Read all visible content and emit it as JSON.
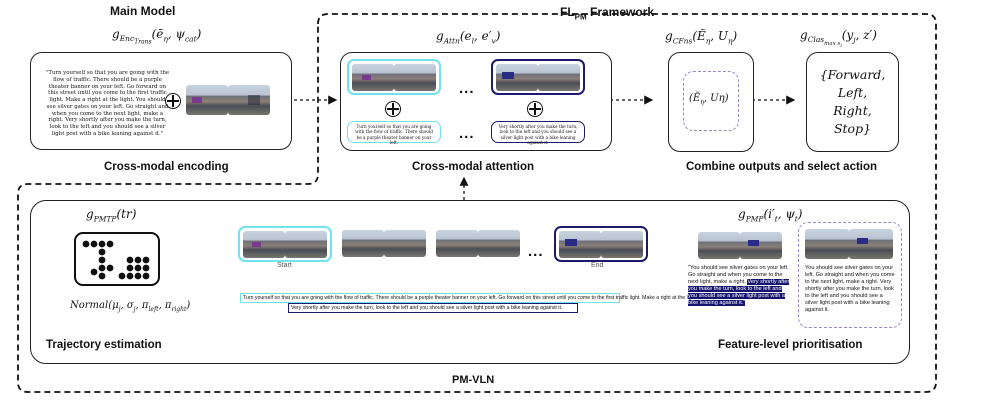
{
  "framework_title": "FL",
  "framework_sub": "PM",
  "framework_suffix": " Framework",
  "main_model_label": "Main Model",
  "pmvln_label": "PM-VLN",
  "modules": {
    "enc_trans": {
      "fn": "g",
      "sub": "Enc_Trans",
      "args": "(ē_η, ψ_cat)",
      "caption": "Cross-modal encoding",
      "instruction": "\"Turn yourself so that you are going with the flow of traffic. There should be a purple theater banner on your left. Go forward on this street until you come to the first traffic light. Make a right at the light. You should see silver gates on your left. Go straight and when you come to the next light, make a right. Very shortly after you make the turn, look to the left and you should see a silver light post with a bike leaning against it.\""
    },
    "attn": {
      "fn": "g",
      "sub": "Attn",
      "args": "(e_l, e′_v)",
      "caption": "Cross-modal attention",
      "text_left": "Turn yourself so that you are going with the flow of traffic. There should be a purple theater banner on your left.",
      "text_right": "Very shortly after you make the turn, look to the left and you should see a silver light post with a bike leaning against it.",
      "ellipsis": "..."
    },
    "cfns": {
      "fn": "g",
      "sub": "CFns",
      "args": "(Ẽ_η, U_η)",
      "inner": "(Ẽ_η, Uη)",
      "caption": "Combine outputs and select action"
    },
    "clas": {
      "fn": "g",
      "sub": "Clas_max_s",
      "args": "(y_j, z′)",
      "actions": [
        "{Forward,",
        "Left,",
        "Right,",
        "Stop}"
      ]
    },
    "pmtp": {
      "fn": "g",
      "sub": "PMTP",
      "args": "(tr)",
      "normal": "Normal(μ_j, σ_j, π_left, π_right)",
      "caption": "Trajectory estimation"
    },
    "trajectory": {
      "start_label": "Start",
      "end_label": "End",
      "ellipsis": "...",
      "sentence_1": "Turn yourself so that you are going with the flow of traffic. There should be a purple theater banner on your left. Go forward on this street until you come to the first traffic light. Make a right at the light...",
      "sentence_2": "Very shortly after you make the turn, look to the left and you should see a silver light post with a bike leaning against it."
    },
    "pmp": {
      "fn": "g",
      "sub": "PMP",
      "args": "(i′_t, ψ_t)",
      "caption": "Feature-level prioritisation",
      "text_plain": "\"You should see silver gates on your left. Go straight and when you come to the next light, make a right.",
      "text_highlight": "Very shortly after you make the turn, look to the left and you should see a silver light post with a bike leaning against it.\"",
      "text_right": "You should see silver gates on your left. Go straight and when you come to the next light, make a right. Very shortly after you make the turn, look to the left and you should see a silver light post with a bike leaning against it."
    }
  },
  "colors": {
    "cyan": "#6fe3ee",
    "navy": "#1d1a6e",
    "lavender": "#9b86c7"
  }
}
